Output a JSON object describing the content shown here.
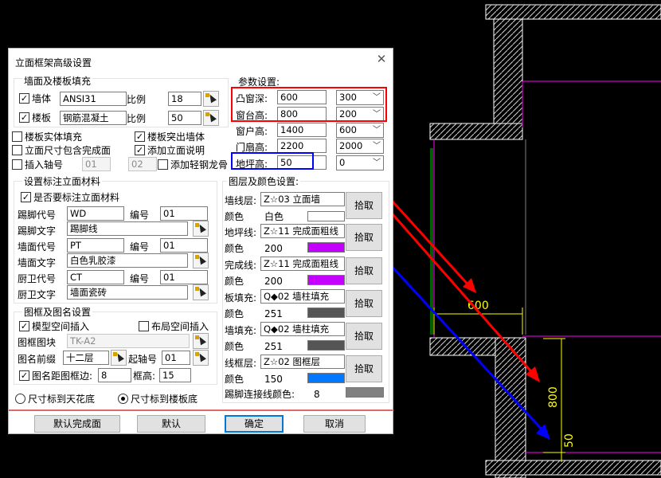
{
  "colors": {
    "red": "#ff0000",
    "blue": "#0000ff",
    "cad_dim": "#ffff00",
    "cad_magenta": "#ff00ff",
    "cad_green": "#00c000",
    "swatch_magenta": "#c400ff",
    "swatch_dark": "#555555",
    "swatch_blue": "#0078ff",
    "swatch_gray": "#808080",
    "dialog_border": "#b4b4b4"
  },
  "cad": {
    "dim_600": "600",
    "dim_800": "800",
    "dim_50": "50"
  },
  "dialog": {
    "title": "立面框架高级设置",
    "close_icon": "close-icon",
    "wall_fill": {
      "heading": "墙面及楼板填充",
      "wall_label": "墙体",
      "wall_checked": true,
      "wall_value": "ANSI31",
      "wall_ratio_label": "比例",
      "wall_ratio": "18",
      "slab_label": "楼板",
      "slab_checked": true,
      "slab_value": "钢筋混凝土",
      "slab_ratio_label": "比例",
      "slab_ratio": "50"
    },
    "options": {
      "slab_solid_fill": {
        "label": "楼板实体填充",
        "checked": false
      },
      "slab_out_wall": {
        "label": "楼板突出墙体",
        "checked": true
      },
      "dim_finish": {
        "label": "立面尺寸包含完成面",
        "checked": false
      },
      "add_note": {
        "label": "添加立面说明",
        "checked": true
      },
      "insert_axis": {
        "label": "插入轴号",
        "checked": false
      },
      "axis_from": "01",
      "axis_to": "02",
      "add_keel": {
        "label": "添加轻钢龙骨",
        "checked": false
      }
    },
    "params": {
      "heading": "参数设置:",
      "rows": [
        {
          "label": "凸窗深:",
          "value": "600",
          "option": "300"
        },
        {
          "label": "窗台高:",
          "value": "800",
          "option": "200"
        },
        {
          "label": "窗户高:",
          "value": "1400",
          "option": "600"
        },
        {
          "label": "门扇高:",
          "value": "2200",
          "option": "2000"
        },
        {
          "label": "地坪高:",
          "value": "50",
          "option": "0"
        }
      ]
    },
    "material": {
      "heading": "设置标注立面材料",
      "enable_label": "是否要标注立面材料",
      "enable_checked": true,
      "baseboard_code_label": "踢脚代号",
      "baseboard_code": "WD",
      "baseboard_no_label": "编号",
      "baseboard_no": "01",
      "baseboard_text_label": "踢脚文字",
      "baseboard_text": "踢脚线",
      "wall_code_label": "墙面代号",
      "wall_code": "PT",
      "wall_no_label": "编号",
      "wall_no": "01",
      "wall_text_label": "墙面文字",
      "wall_text": "白色乳胶漆",
      "kitchen_code_label": "厨卫代号",
      "kitchen_code": "CT",
      "kitchen_no_label": "编号",
      "kitchen_no": "01",
      "kitchen_text_label": "厨卫文字",
      "kitchen_text": "墙面瓷砖"
    },
    "frame": {
      "heading": "图框及图名设置",
      "model_space": {
        "label": "模型空间插入",
        "checked": true
      },
      "layout_space": {
        "label": "布局空间插入",
        "checked": false
      },
      "block_label": "图框图块",
      "block_value": "TK-A2",
      "prefix_label": "图名前缀",
      "prefix_value": "十二层",
      "start_axis_label": "起轴号",
      "start_axis_value": "01",
      "distance": {
        "label": "图名距图框边:",
        "checked": true
      },
      "distance_value": "8",
      "frame_height_label": "框高:",
      "frame_height_value": "15"
    },
    "layers": {
      "heading": "图层及颜色设置:",
      "color_label": "颜色",
      "pick_label": "拾取",
      "rows": [
        {
          "label": "墙线层:",
          "layer": "Z☆03 立面墙",
          "color_num": "白色"
        },
        {
          "label": "地坪线:",
          "layer": "Z☆11 完成面粗线",
          "color_num": "200"
        },
        {
          "label": "完成线:",
          "layer": "Z☆11 完成面粗线",
          "color_num": "200"
        },
        {
          "label": "板填充:",
          "layer": "Q◆02 墙柱填充",
          "color_num": "251"
        },
        {
          "label": "墙填充:",
          "layer": "Q◆02 墙柱填充",
          "color_num": "251"
        },
        {
          "label": "线框层:",
          "layer": "Z☆02 图框层",
          "color_num": "150"
        }
      ],
      "baseboard_color_label": "踢脚连接线颜色:",
      "baseboard_color_num": "8"
    },
    "radio": {
      "to_ceiling": {
        "label": "尺寸标到天花底",
        "selected": false
      },
      "to_slab": {
        "label": "尺寸标到楼板底",
        "selected": true
      }
    },
    "buttons": {
      "default_finish": "默认完成面",
      "default": "默认",
      "ok": "确定",
      "cancel": "取消"
    }
  }
}
